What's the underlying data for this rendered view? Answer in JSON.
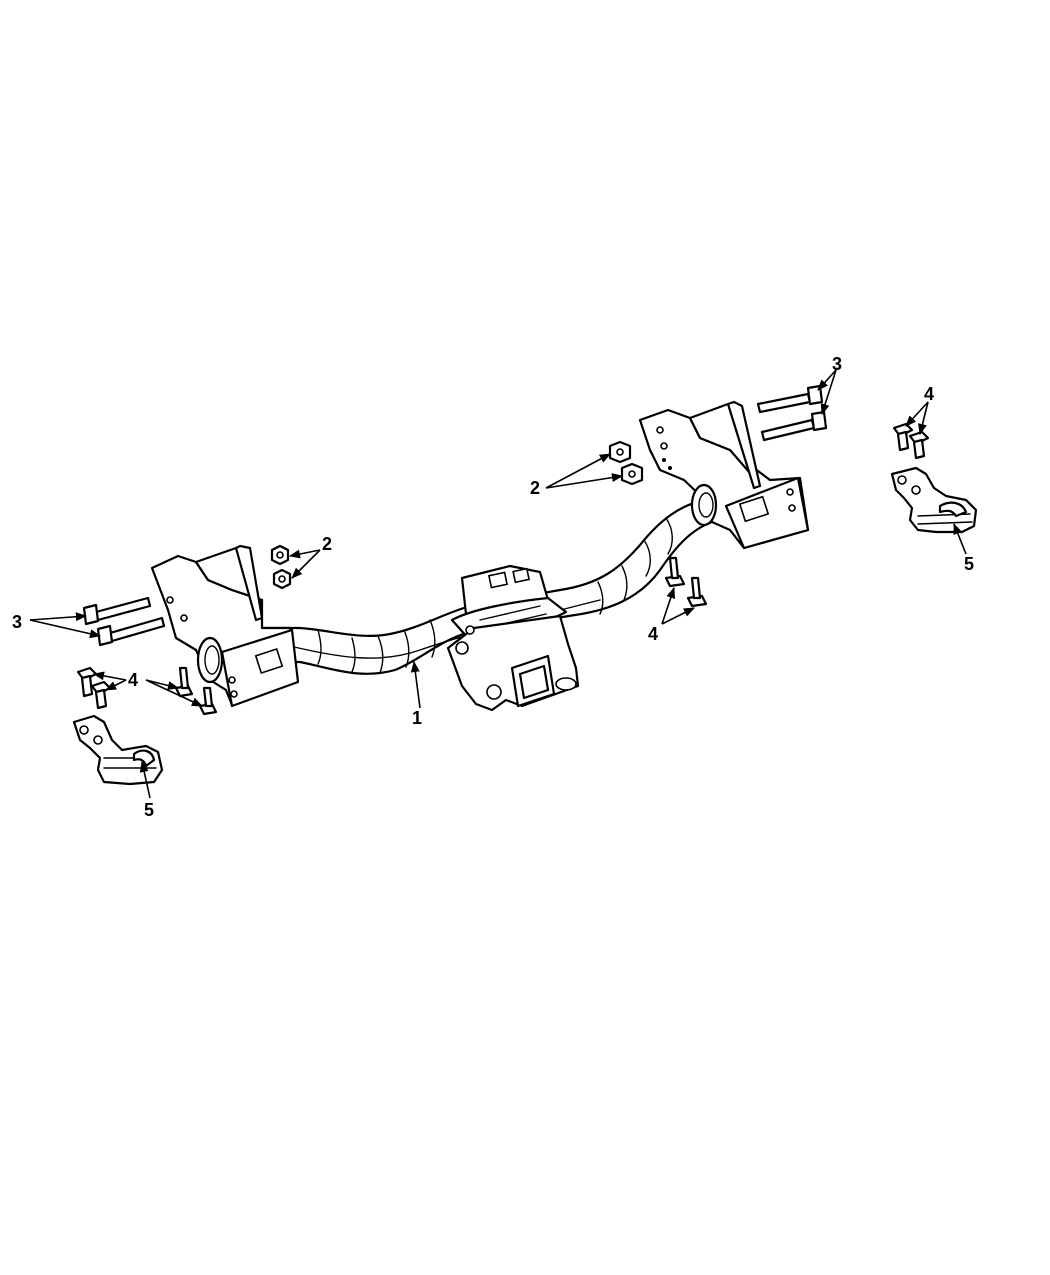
{
  "callouts": [
    {
      "id": "c1",
      "label": "1"
    },
    {
      "id": "c2a",
      "label": "2"
    },
    {
      "id": "c2b",
      "label": "2"
    },
    {
      "id": "c3a",
      "label": "3"
    },
    {
      "id": "c3b",
      "label": "3"
    },
    {
      "id": "c4a",
      "label": "4"
    },
    {
      "id": "c4b",
      "label": "4"
    },
    {
      "id": "c4c",
      "label": "4"
    },
    {
      "id": "c5a",
      "label": "5"
    },
    {
      "id": "c5b",
      "label": "5"
    }
  ],
  "colors": {
    "line": "#000000",
    "background": "#ffffff"
  }
}
